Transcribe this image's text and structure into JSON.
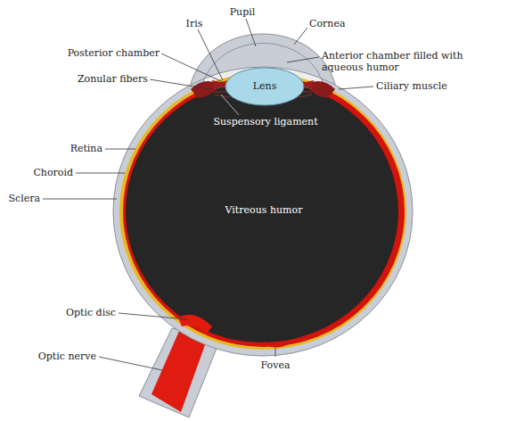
{
  "diagram": {
    "labels": [
      "Pupil",
      "Iris",
      "Cornea",
      "Posterior chamber",
      "Anterior chamber filled with aqueous humor",
      "Zonular fibers",
      "Lens",
      "Ciliary muscle",
      "Suspensory ligament",
      "Retina",
      "Choroid",
      "Sclera",
      "Vitreous humor",
      "Optic disc",
      "Optic nerve",
      "Fovea"
    ]
  }
}
